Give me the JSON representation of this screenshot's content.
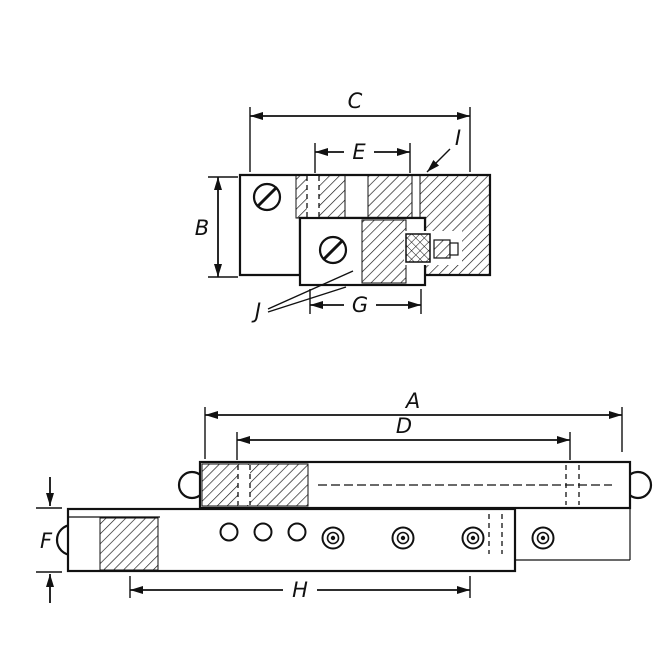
{
  "drawing": {
    "kind": "mechanical linear slide technical drawing",
    "background": "#ffffff",
    "line_color": "#111111",
    "views": {
      "section": "cross-section detail view (top)",
      "elevation": "side elevation view (bottom)"
    },
    "labels": {
      "A": "A",
      "B": "B",
      "C": "C",
      "D": "D",
      "E": "E",
      "F": "F",
      "G": "G",
      "H": "H",
      "I": "I",
      "J": "J"
    }
  }
}
